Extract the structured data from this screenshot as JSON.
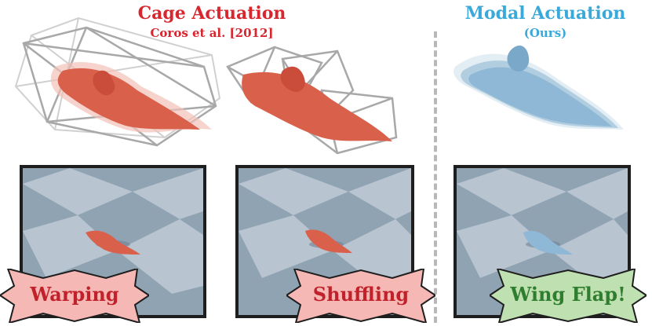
{
  "left_section": {
    "title": "Cage Actuation",
    "subtitle": "Coros et al. [2012]",
    "title_color": "#d8262e"
  },
  "right_section": {
    "title": "Modal Actuation",
    "subtitle": "(Ours)",
    "title_color": "#3aa9d9"
  },
  "panels": [
    {
      "label": "Warping",
      "badge_color": "#f6b8b4",
      "label_color": "#c0212a",
      "creature_color": "#d9614c"
    },
    {
      "label": "Shuffling",
      "badge_color": "#f6b8b4",
      "label_color": "#c0212a",
      "creature_color": "#d9614c"
    },
    {
      "label": "Wing Flap!",
      "badge_color": "#bfe0b0",
      "label_color": "#2f7d2f",
      "creature_color": "#8fb8d6"
    }
  ]
}
